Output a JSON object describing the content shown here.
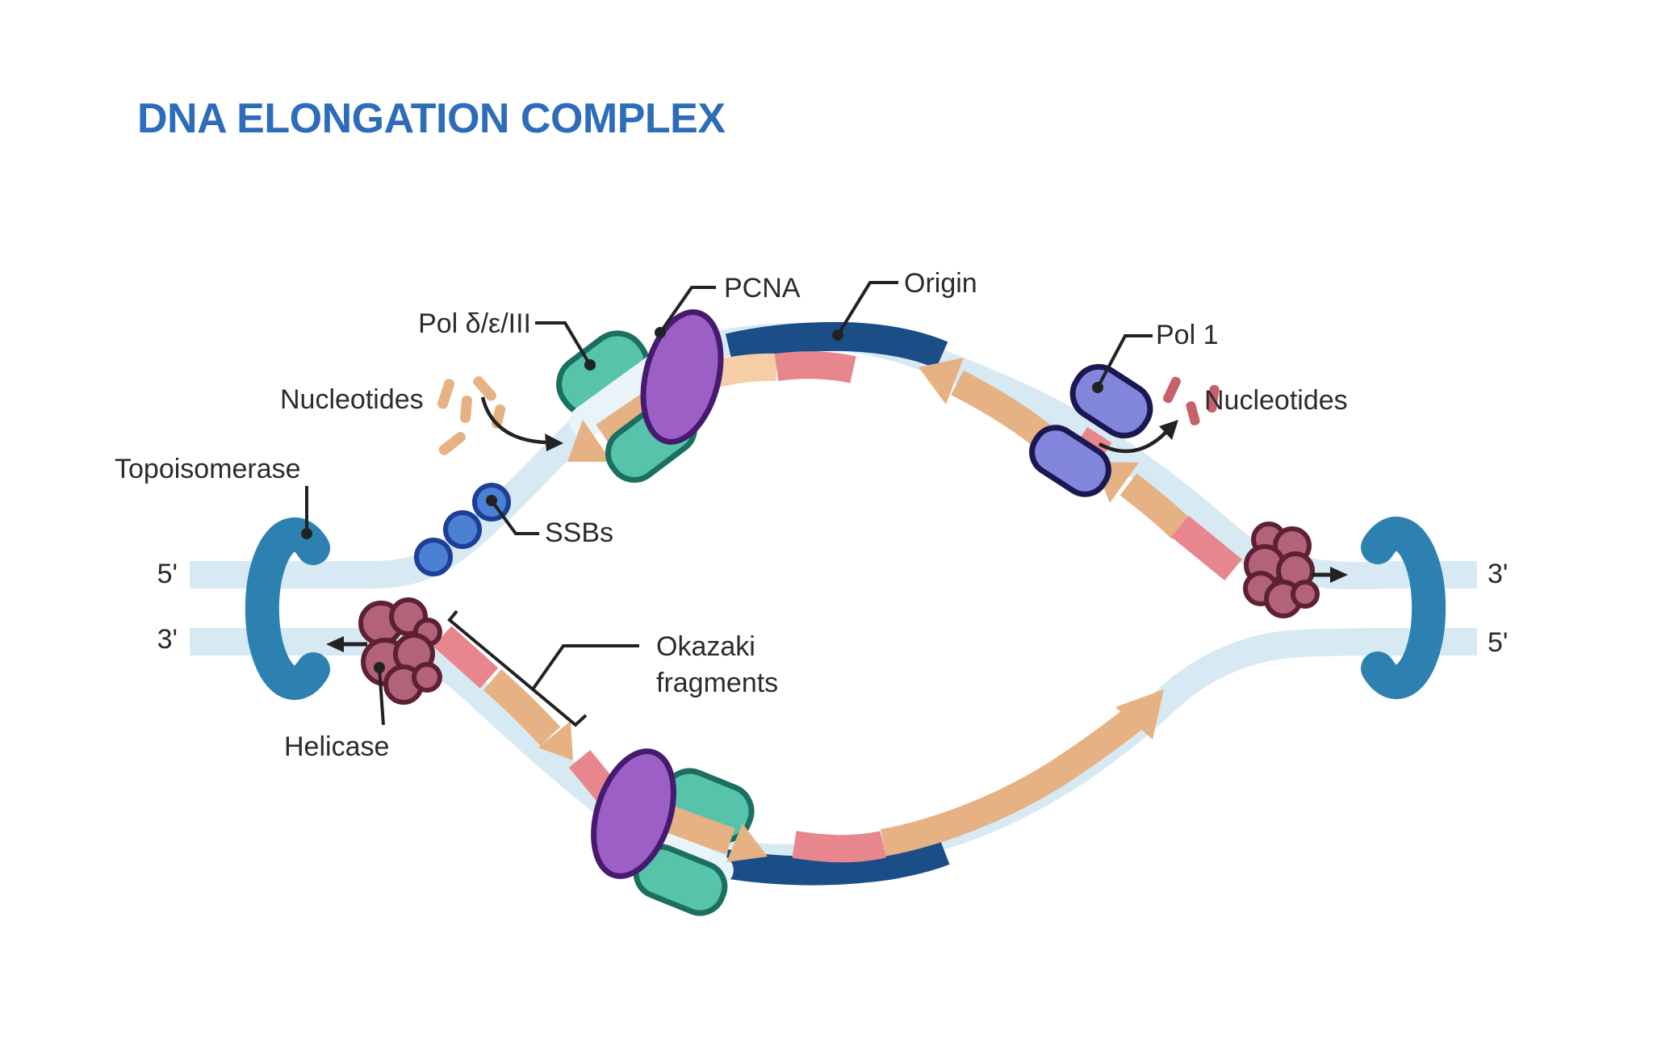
{
  "title": "DNA ELONGATION COMPLEX",
  "labels": {
    "pol_delta": "Pol δ/ε/III",
    "pcna": "PCNA",
    "origin": "Origin",
    "nucleotides_left": "Nucleotides",
    "nucleotides_right": "Nucleotides",
    "topoisomerase": "Topoisomerase",
    "ssbs": "SSBs",
    "helicase": "Helicase",
    "okazaki_line1": "Okazaki",
    "okazaki_line2": "fragments",
    "pol1": "Pol 1",
    "left_top_end": "5'",
    "left_bottom_end": "3'",
    "right_top_end": "3'",
    "right_bottom_end": "5'"
  },
  "colors": {
    "title_blue": "#2d6cb8",
    "text": "#2b2b2b",
    "line": "#222222",
    "template": "#d7e9f2",
    "template_light": "#e9f4f9",
    "origin_navy": "#1b4d86",
    "tan": "#e6b183",
    "peach": "#f5cda6",
    "pink": "#e8868e",
    "red_frag": "#c6606b",
    "teal": "#57c3ab",
    "teal_dark": "#1b6f60",
    "purple": "#9c5fc6",
    "purple_dark": "#461a6e",
    "periwinkle": "#8286da",
    "periwinkle_dark": "#1b1752",
    "ssb_blue": "#4b80d5",
    "ssb_dark": "#1e3f98",
    "maroon": "#b26379",
    "maroon_dark": "#5e2133",
    "topo_blue": "#2d81b1"
  }
}
